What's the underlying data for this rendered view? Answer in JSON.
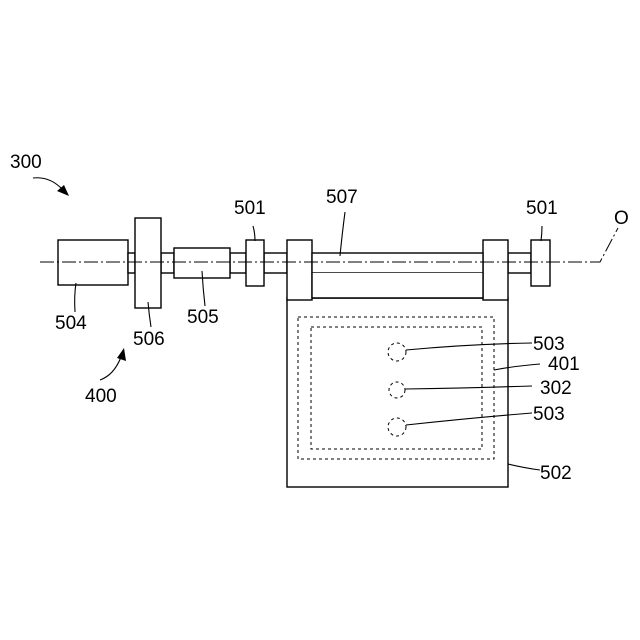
{
  "labels": {
    "assembly": "300",
    "subassembly": "400",
    "axis": "O",
    "bearing_left": "501",
    "bearing_right": "501",
    "block": "502",
    "sensor_top": "503",
    "sensor_bottom": "503",
    "motor": "504",
    "coupling": "505",
    "flange": "506",
    "shaft": "507",
    "inner_region": "401",
    "center_point": "302"
  }
}
